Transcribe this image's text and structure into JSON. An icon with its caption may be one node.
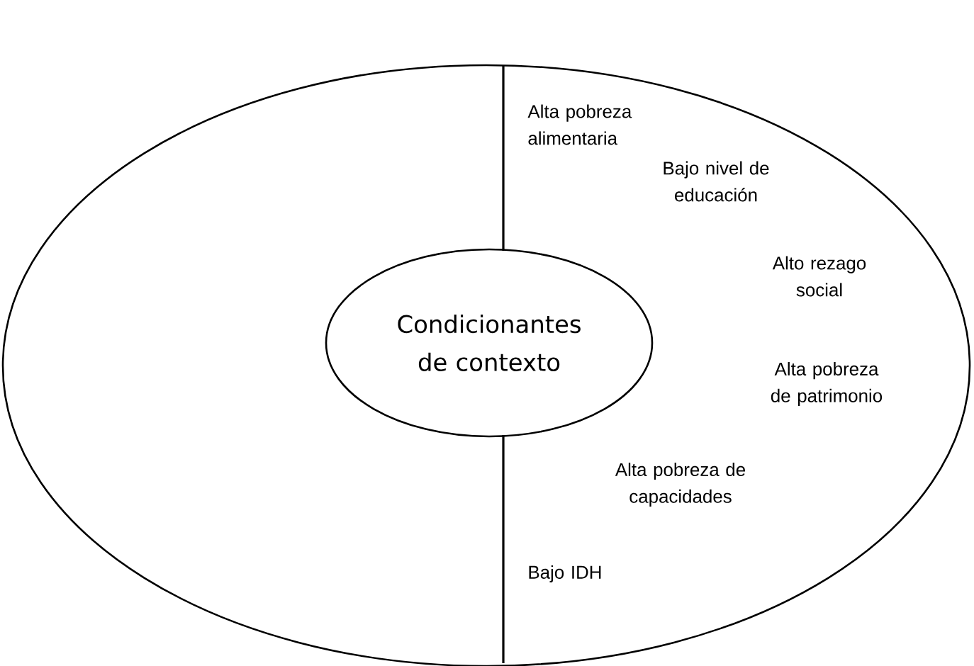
{
  "diagram": {
    "nodes": [
      {
        "text": [],
        "shape": "ellipse"
      },
      {
        "text": [
          "Condicionantes de contexto"
        ],
        "in": 0
      }
    ],
    "edges": [],
    "labels": [
      "Alta pobreza alimentaria",
      "Bajo nivel de educación",
      "Alto rezago social",
      "Alta pobreza de patrimonio",
      "Alta pobreza de capacidades",
      "Bajo IDH"
    ]
  }
}
